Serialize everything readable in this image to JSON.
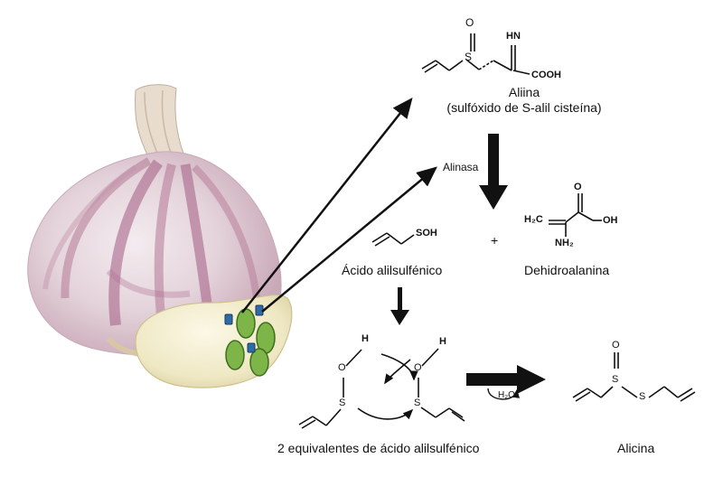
{
  "labels": {
    "aliina": "Aliina",
    "aliina_sub": "(sulfóxido de S-alil cisteína)",
    "alinasa": "Alinasa",
    "acido": "Ácido alilsulfénico",
    "dehidro": "Dehidroalanina",
    "plus": "+",
    "equiv": "2 equivalentes de ácido alilsulfénico",
    "alicina": "Alicina",
    "water": "H₂O"
  },
  "atoms": {
    "o": "O",
    "s": "S",
    "hn": "HN",
    "cooh": "COOH",
    "soh": "SOH",
    "h2c": "H₂C",
    "nh2": "NH₂",
    "oh": "OH",
    "h": "H"
  },
  "colors": {
    "bulb_light": "#ece2e6",
    "bulb_stripe": "#b0708f",
    "clove": "#f1eccb",
    "organelle_green": "#7db548",
    "organelle_blue": "#2f6ca7",
    "ink": "#111111"
  },
  "icons": [
    "garlic-bulb-illustration",
    "garlic-clove-illustration",
    "arrow-icon"
  ]
}
